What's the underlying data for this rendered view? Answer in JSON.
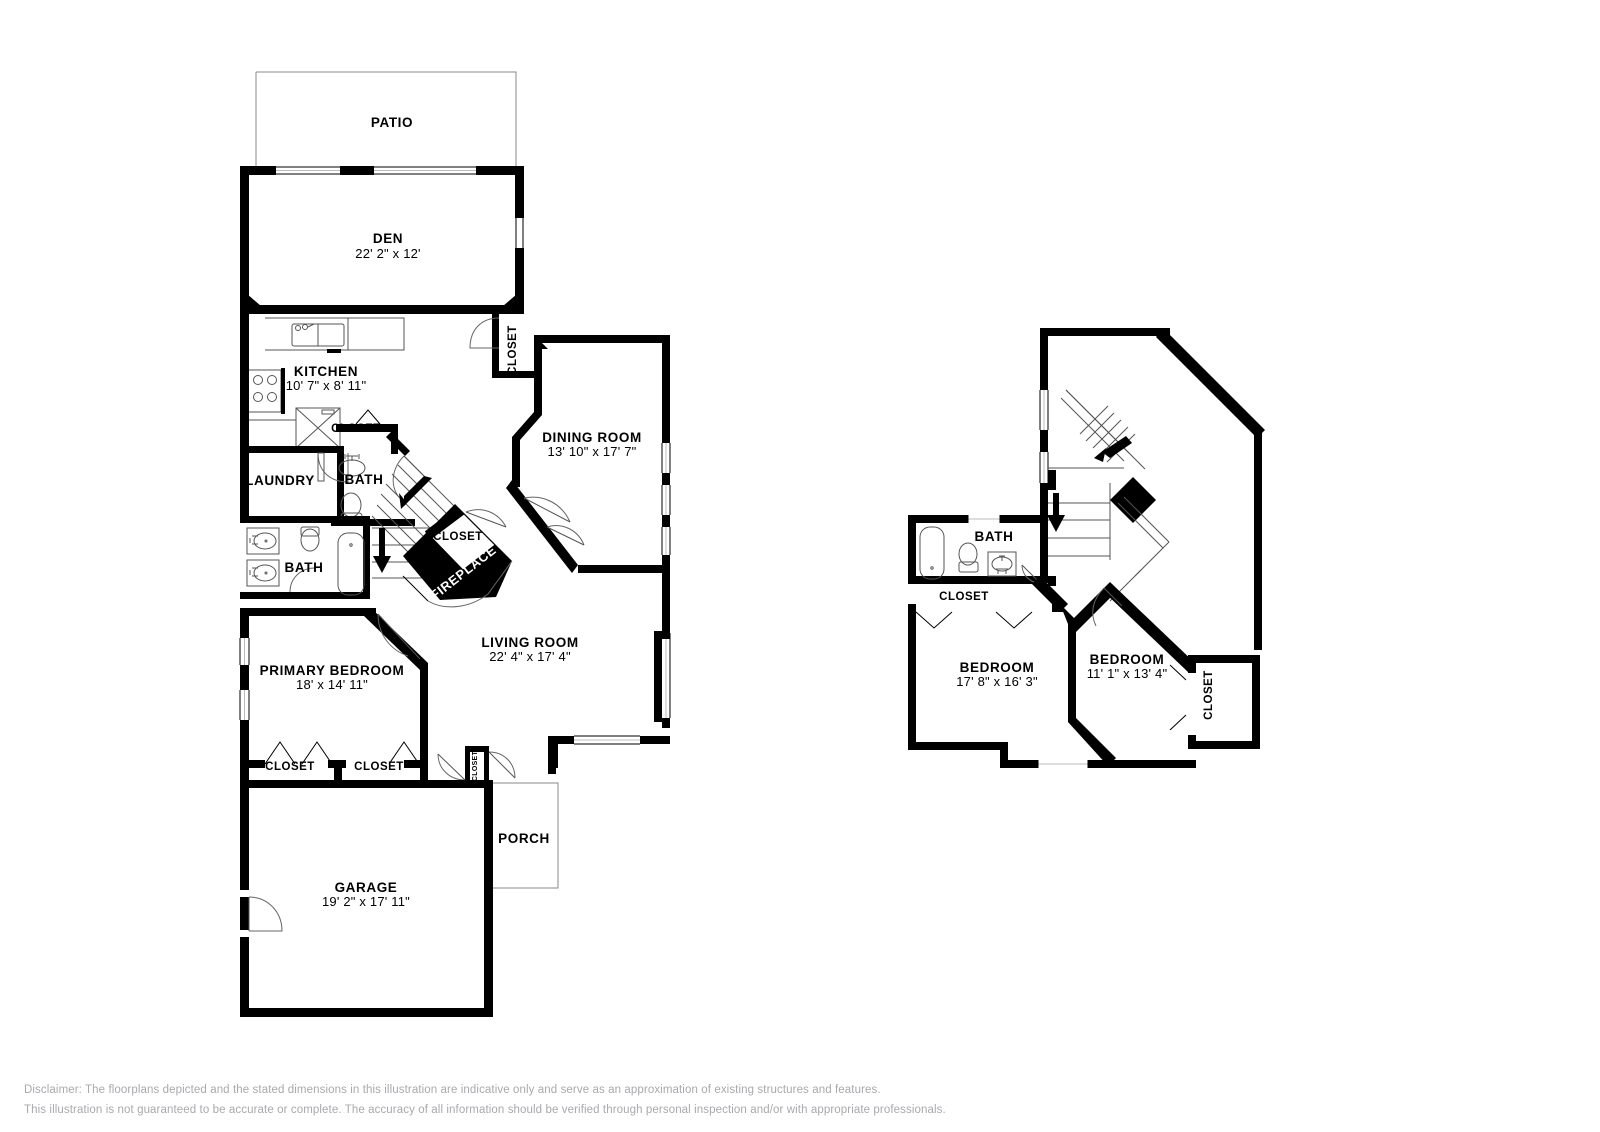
{
  "document": {
    "type": "residential-floorplan",
    "floors": 2
  },
  "floor1": {
    "rooms": [
      {
        "id": "patio",
        "label": "PATIO",
        "dimensions": ""
      },
      {
        "id": "den",
        "label": "DEN",
        "dimensions": "22' 2\" x 12'"
      },
      {
        "id": "kitchen",
        "label": "KITCHEN",
        "dimensions": "10' 7\" x 8' 11\""
      },
      {
        "id": "laundry",
        "label": "LAUNDRY",
        "dimensions": ""
      },
      {
        "id": "bath-upper",
        "label": "BATH",
        "dimensions": ""
      },
      {
        "id": "bath-lower",
        "label": "BATH",
        "dimensions": ""
      },
      {
        "id": "dining-room",
        "label": "DINING ROOM",
        "dimensions": "13' 10\" x 17' 7\""
      },
      {
        "id": "living-room",
        "label": "LIVING ROOM",
        "dimensions": "22' 4\" x 17' 4\""
      },
      {
        "id": "primary-bedroom",
        "label": "PRIMARY BEDROOM",
        "dimensions": "18' x 14' 11\""
      },
      {
        "id": "garage",
        "label": "GARAGE",
        "dimensions": "19' 2\" x 17' 11\""
      },
      {
        "id": "porch",
        "label": "PORCH",
        "dimensions": ""
      }
    ],
    "closets": [
      {
        "id": "closet-den-east",
        "label": "CLOSET",
        "orientation": "vertical"
      },
      {
        "id": "closet-kitchen",
        "label": "CLOSET",
        "orientation": "horizontal"
      },
      {
        "id": "closet-stair",
        "label": "CLOSET",
        "orientation": "horizontal"
      },
      {
        "id": "closet-primary-left",
        "label": "CLOSET",
        "orientation": "horizontal"
      },
      {
        "id": "closet-primary-right",
        "label": "CLOSET",
        "orientation": "horizontal"
      },
      {
        "id": "closet-entry",
        "label": "CLOSET",
        "orientation": "vertical-small"
      }
    ],
    "features": [
      {
        "id": "fireplace",
        "label": "FIREPLACE",
        "style": "diagonal-solid"
      },
      {
        "id": "stairs-down",
        "label": "",
        "style": "stair-run-with-down-arrow"
      }
    ]
  },
  "floor2": {
    "rooms": [
      {
        "id": "bath-2f",
        "label": "BATH",
        "dimensions": ""
      },
      {
        "id": "bedroom-left",
        "label": "BEDROOM",
        "dimensions": "17' 8\" x 16' 3\""
      },
      {
        "id": "bedroom-right",
        "label": "BEDROOM",
        "dimensions": "11' 1\" x 13' 4\""
      }
    ],
    "closets": [
      {
        "id": "closet-2f-hall",
        "label": "CLOSET",
        "orientation": "horizontal"
      },
      {
        "id": "closet-2f-bedroom",
        "label": "CLOSET",
        "orientation": "vertical"
      }
    ],
    "features": [
      {
        "id": "stairs-up",
        "label": "",
        "style": "diagonal-stair-run-with-arrow"
      },
      {
        "id": "stairs-down-2f",
        "label": "",
        "style": "stair-run-with-down-arrow"
      },
      {
        "id": "landing-newel",
        "label": "",
        "style": "solid-diamond"
      }
    ]
  },
  "disclaimer": {
    "line1": "Disclaimer: The floorplans depicted and the stated dimensions in this illustration are indicative only and serve as an approximation of existing structures and features.",
    "line2": "This illustration is not guaranteed to be accurate or complete. The accuracy of all information should be verified through personal inspection and/or with appropriate professionals."
  },
  "colors": {
    "wall": "#000000",
    "background": "#ffffff",
    "text": "#000000",
    "fireplace_text": "#ffffff",
    "disclaimer_text": "#a9a9ad",
    "window": "#bbbbbb",
    "fixture_outline": "#555555"
  }
}
